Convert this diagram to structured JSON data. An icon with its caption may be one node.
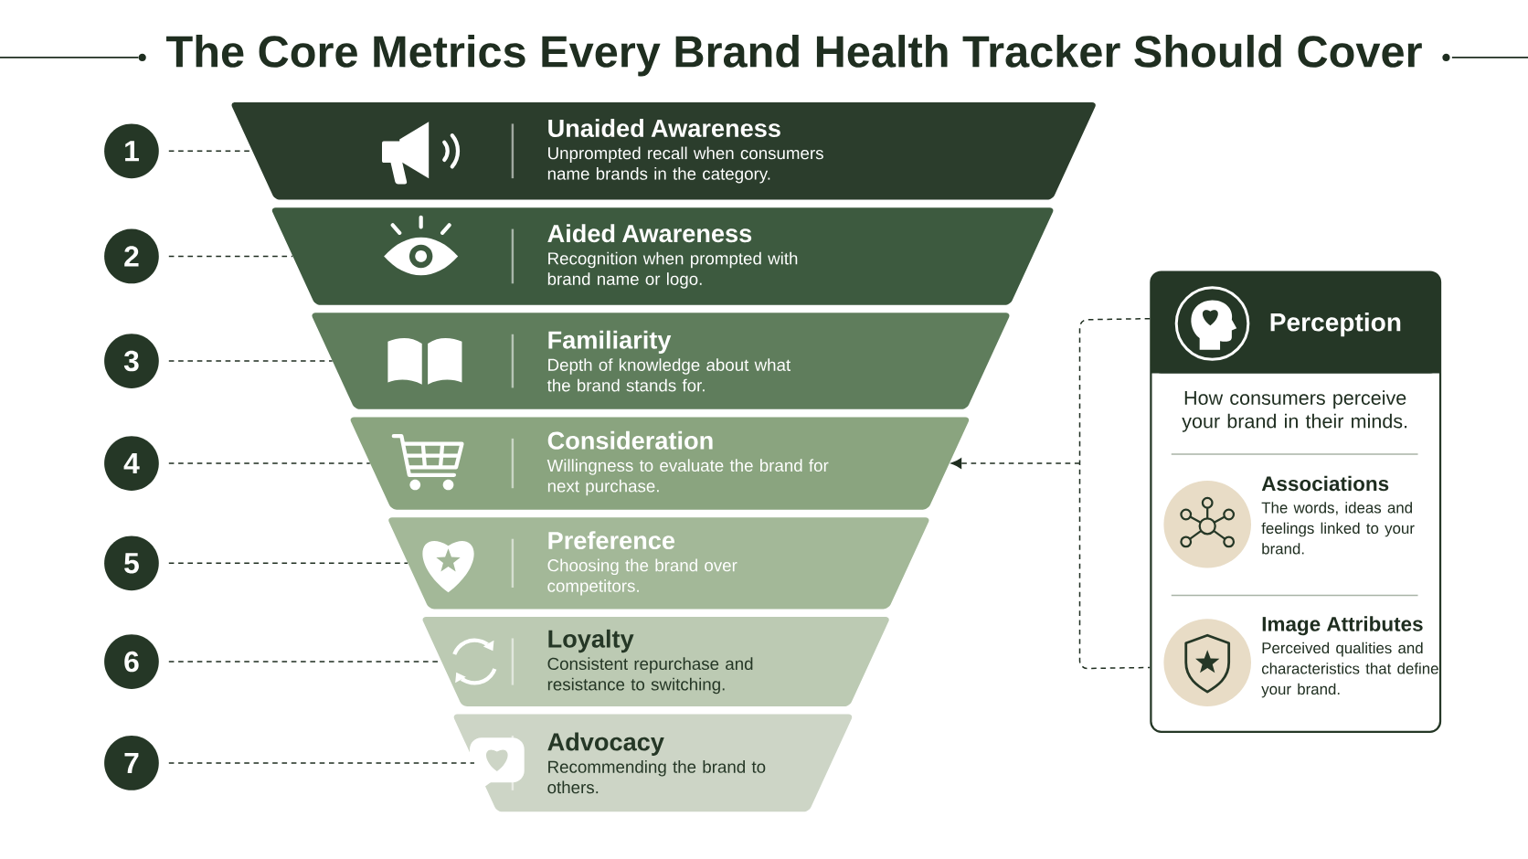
{
  "diagram": {
    "title": "The Core Metrics Every Brand Health Tracker Should Cover",
    "nodes": [
      {
        "text": [
          "1"
        ]
      },
      {
        "text": [
          "2"
        ]
      },
      {
        "text": [
          "3"
        ]
      },
      {
        "text": [
          "4"
        ]
      },
      {
        "text": [
          "5"
        ]
      },
      {
        "text": [
          "6"
        ]
      },
      {
        "text": [
          "7"
        ]
      },
      {
        "text": [
          "Unaided Awareness",
          "Unprompted recall when consumers name brands in the category."
        ]
      },
      {
        "text": [
          "Aided Awareness",
          "Recognition when prompted with brand name or logo."
        ]
      },
      {
        "text": [
          "Familiarity",
          "Depth of knowledge about what the brand stands for."
        ]
      },
      {
        "text": [
          "Consideration",
          "Willingness to evaluate the brand for next purchase."
        ]
      },
      {
        "text": [
          "Preference",
          "Choosing the brand over competitors."
        ]
      },
      {
        "text": [
          "Loyalty",
          "Consistent repurchase and resistance to switching."
        ]
      },
      {
        "text": [
          "Advocacy",
          "Recommending the brand to others."
        ]
      },
      {
        "text": [
          "Perception",
          "How consumers perceive your brand in their minds."
        ]
      },
      {
        "text": [
          "Associations",
          "The words, ideas and feelings linked to your brand."
        ],
        "in": 14
      },
      {
        "text": [
          "Image Attributes",
          "Perceived qualities and characteristics that define your brand."
        ],
        "in": 14
      }
    ],
    "edges": [
      {
        "from": 0,
        "to": 7,
        "arrow": "none",
        "style": "dashed"
      },
      {
        "from": 1,
        "to": 8,
        "arrow": "none",
        "style": "dashed"
      },
      {
        "from": 2,
        "to": 9,
        "arrow": "none",
        "style": "dashed"
      },
      {
        "from": 3,
        "to": 10,
        "arrow": "none",
        "style": "dashed"
      },
      {
        "from": 4,
        "to": 11,
        "arrow": "none",
        "style": "dashed"
      },
      {
        "from": 5,
        "to": 12,
        "arrow": "none",
        "style": "dashed"
      },
      {
        "from": 6,
        "to": 13,
        "arrow": "none",
        "style": "dashed"
      },
      {
        "from": 14,
        "to": 10,
        "arrow": "to",
        "style": "dashed"
      }
    ]
  }
}
